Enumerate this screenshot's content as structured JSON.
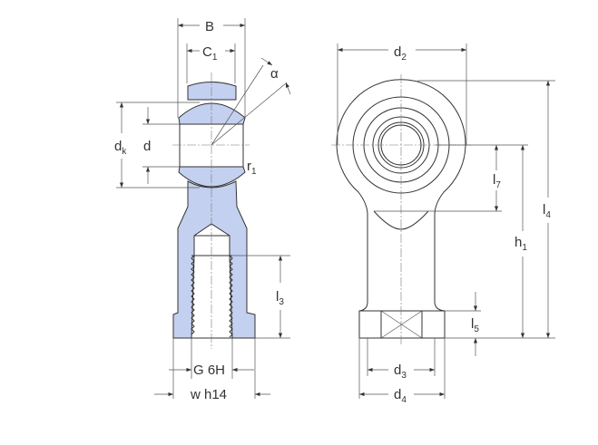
{
  "labels": {
    "B": "B",
    "C": "C",
    "C_sub": "1",
    "alpha": "α",
    "dk": "d",
    "dk_sub": "k",
    "d": "d",
    "r": "r",
    "r_sub": "1",
    "l3": "l",
    "l3_sub": "3",
    "G": "G 6H",
    "w": "w h14",
    "d2": "d",
    "d2_sub": "2",
    "l7": "l",
    "l7_sub": "7",
    "l4": "l",
    "l4_sub": "4",
    "h1": "h",
    "h1_sub": "1",
    "l5": "l",
    "l5_sub": "5",
    "d3": "d",
    "d3_sub": "3",
    "d4": "d",
    "d4_sub": "4"
  },
  "colors": {
    "section_fill": "#c4d0ef",
    "line": "#333333"
  }
}
